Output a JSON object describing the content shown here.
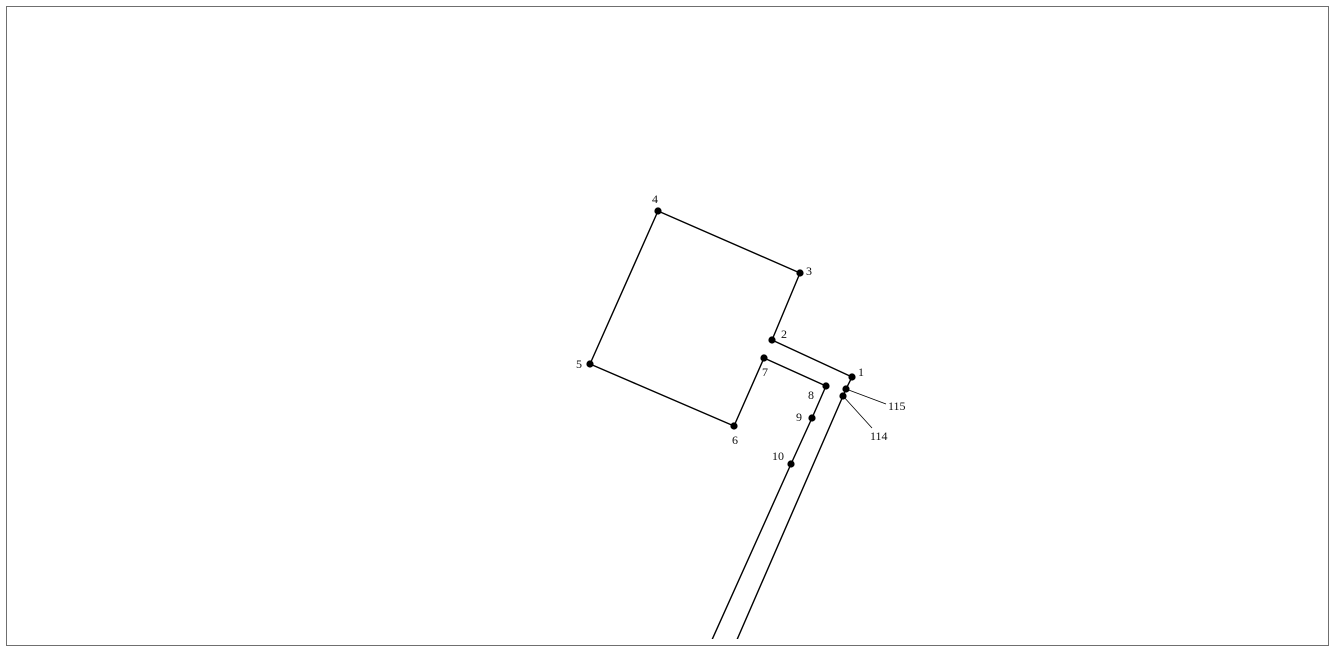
{
  "diagram": {
    "points": [
      {
        "id": "p1",
        "label": "1"
      },
      {
        "id": "p2",
        "label": "2"
      },
      {
        "id": "p3",
        "label": "3"
      },
      {
        "id": "p4",
        "label": "4"
      },
      {
        "id": "p5",
        "label": "5"
      },
      {
        "id": "p6",
        "label": "6"
      },
      {
        "id": "p7",
        "label": "7"
      },
      {
        "id": "p8",
        "label": "8"
      },
      {
        "id": "p9",
        "label": "9"
      },
      {
        "id": "p10",
        "label": "10"
      },
      {
        "id": "p114",
        "label": "114"
      },
      {
        "id": "p115",
        "label": "115"
      }
    ],
    "colors": {
      "line": "#000000",
      "point": "#000000",
      "frame": "#6f6f6f",
      "background": "#ffffff"
    }
  }
}
